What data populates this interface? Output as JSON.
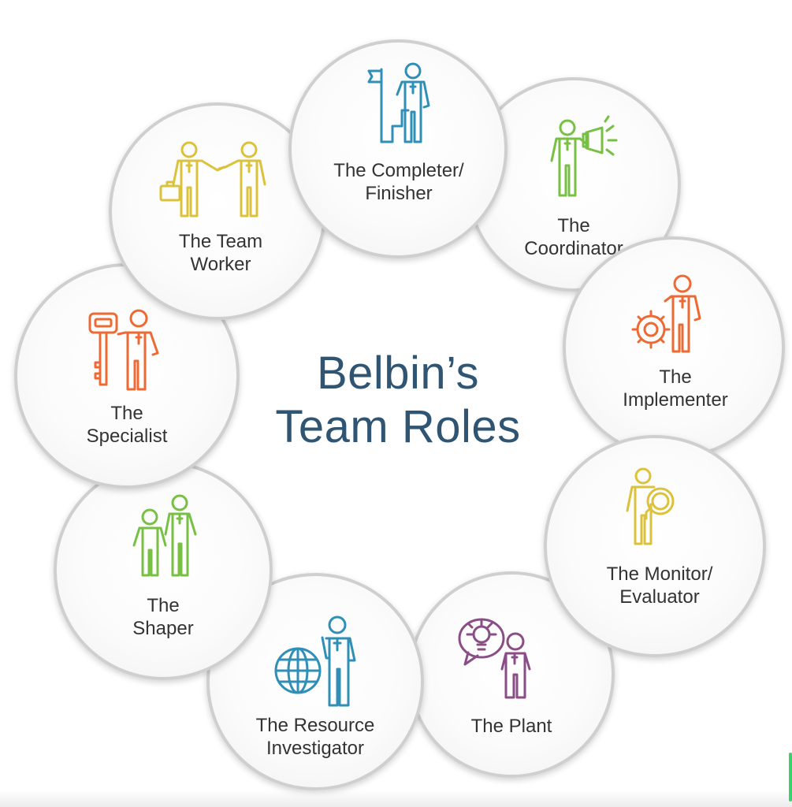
{
  "title": {
    "line1": "Belbin’s",
    "line2": "Team Roles"
  },
  "colors": {
    "title": "#2f5573",
    "completer": "#2f8fb7",
    "coordinator": "#78c043",
    "implementer": "#ee6a32",
    "monitor": "#dcc23a",
    "plant": "#8a4d86",
    "resource": "#2f8fb7",
    "shaper": "#78c043",
    "specialist": "#ee6a32",
    "teamworker": "#dcc23a",
    "circle_border": "#cfcfcf"
  },
  "roles": [
    {
      "id": "completer",
      "name": "The Completer/ Finisher",
      "lines": [
        "The Completer/",
        "Finisher"
      ],
      "icon": "flag-ladder-person-icon",
      "color": "#2f8fb7"
    },
    {
      "id": "coordinator",
      "name": "The Coordinator",
      "lines": [
        "The",
        "Coordinator"
      ],
      "icon": "megaphone-person-icon",
      "color": "#78c043"
    },
    {
      "id": "implementer",
      "name": "The Implementer",
      "lines": [
        "The",
        "Implementer"
      ],
      "icon": "gear-person-icon",
      "color": "#ee6a32"
    },
    {
      "id": "monitor",
      "name": "The Monitor/ Evaluator",
      "lines": [
        "The Monitor/",
        "Evaluator"
      ],
      "icon": "magnifier-person-icon",
      "color": "#dcc23a"
    },
    {
      "id": "plant",
      "name": "The Plant",
      "lines": [
        "The Plant"
      ],
      "icon": "lightbulb-person-icon",
      "color": "#8a4d86"
    },
    {
      "id": "resource",
      "name": "The Resource Investigator",
      "lines": [
        "The Resource",
        "Investigator"
      ],
      "icon": "globe-person-icon",
      "color": "#2f8fb7"
    },
    {
      "id": "shaper",
      "name": "The Shaper",
      "lines": [
        "The",
        "Shaper"
      ],
      "icon": "two-people-icon",
      "color": "#78c043"
    },
    {
      "id": "specialist",
      "name": "The Specialist",
      "lines": [
        "The",
        "Specialist"
      ],
      "icon": "key-person-icon",
      "color": "#ee6a32"
    },
    {
      "id": "teamworker",
      "name": "The Team Worker",
      "lines": [
        "The Team",
        "Worker"
      ],
      "icon": "handshake-people-icon",
      "color": "#dcc23a"
    }
  ]
}
